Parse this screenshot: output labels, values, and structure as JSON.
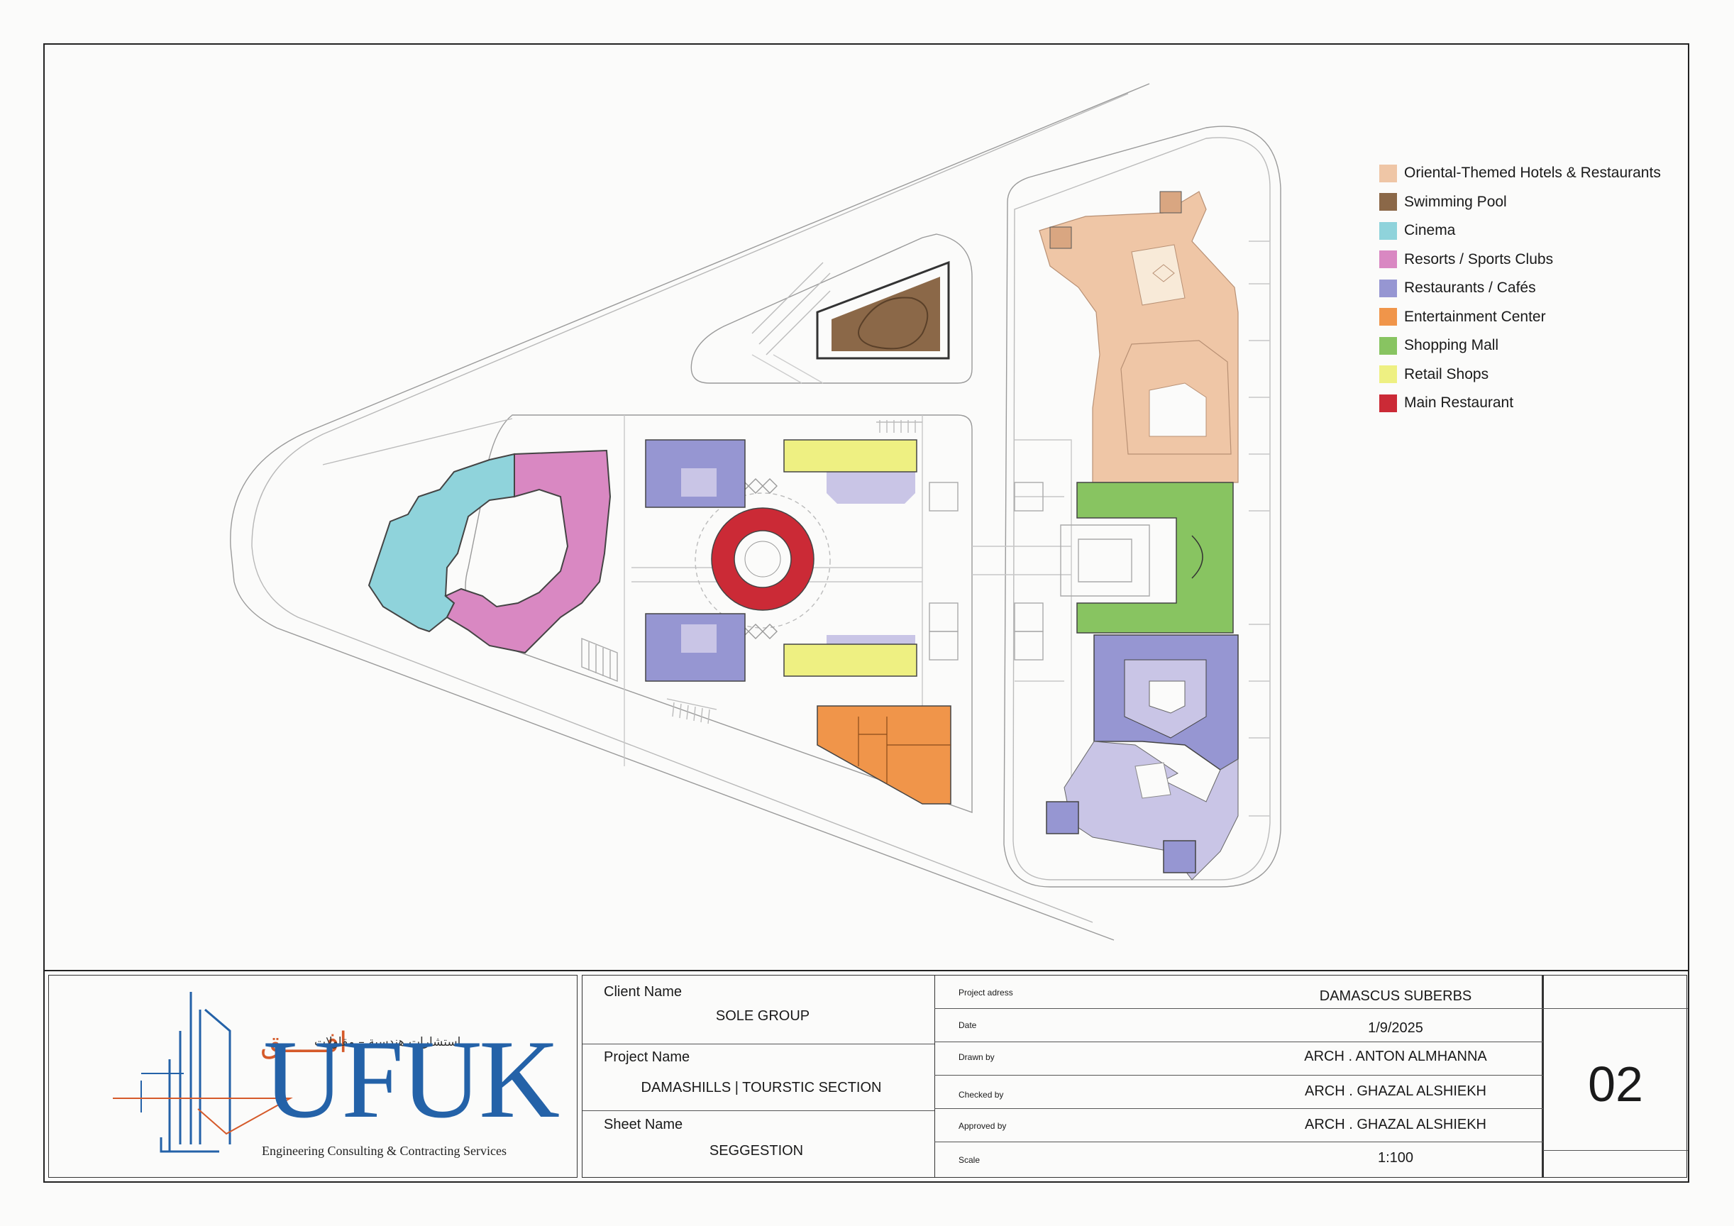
{
  "colors": {
    "hotels": "#efc6a6",
    "pool": "#8b6848",
    "cinema": "#8fd3db",
    "resorts": "#d988c2",
    "restaurants": "#9696d2",
    "restaurants_light": "#c9c5e6",
    "entertainment": "#f0954a",
    "mall": "#88c461",
    "retail": "#eef082",
    "main_restaurant": "#cb2a36",
    "logo_blue": "#2462a8",
    "logo_orange": "#d55a2a"
  },
  "legend": {
    "items": [
      {
        "label": "Oriental-Themed Hotels & Restaurants",
        "color": "#efc6a6"
      },
      {
        "label": "Swimming Pool",
        "color": "#8b6848"
      },
      {
        "label": "Cinema",
        "color": "#8fd3db"
      },
      {
        "label": "Resorts / Sports Clubs",
        "color": "#d988c2"
      },
      {
        "label": "Restaurants / Cafés",
        "color": "#9696d2"
      },
      {
        "label": "Entertainment Center",
        "color": "#f0954a"
      },
      {
        "label": "Shopping Mall",
        "color": "#88c461"
      },
      {
        "label": "Retail Shops",
        "color": "#eef082"
      },
      {
        "label": "Main Restaurant",
        "color": "#cb2a36"
      }
    ]
  },
  "logo": {
    "wordmark": "UFUK",
    "arabic_brand": "افـــــق",
    "arabic_subtitle": "استشارات هندسية – مقاولات",
    "tagline": "Engineering Consulting & Contracting Services"
  },
  "title_block": {
    "client_name_label": "Client Name",
    "client_name": "SOLE GROUP",
    "project_name_label": "Project Name",
    "project_name": "DAMASHILLS | TOURSTIC SECTION",
    "sheet_name_label": "Sheet Name",
    "sheet_name": "SEGGESTION",
    "project_address_label": "Project adress",
    "project_address": "DAMASCUS SUBERBS",
    "date_label": "Date",
    "date": "1/9/2025",
    "drawn_by_label": "Drawn by",
    "drawn_by": "ARCH . ANTON ALMHANNA",
    "checked_by_label": "Checked by",
    "checked_by": "ARCH . GHAZAL ALSHIEKH",
    "approved_by_label": "Approved by",
    "approved_by": "ARCH . GHAZAL ALSHIEKH",
    "scale_label": "Scale",
    "scale": "1:100",
    "sheet_number": "02"
  }
}
